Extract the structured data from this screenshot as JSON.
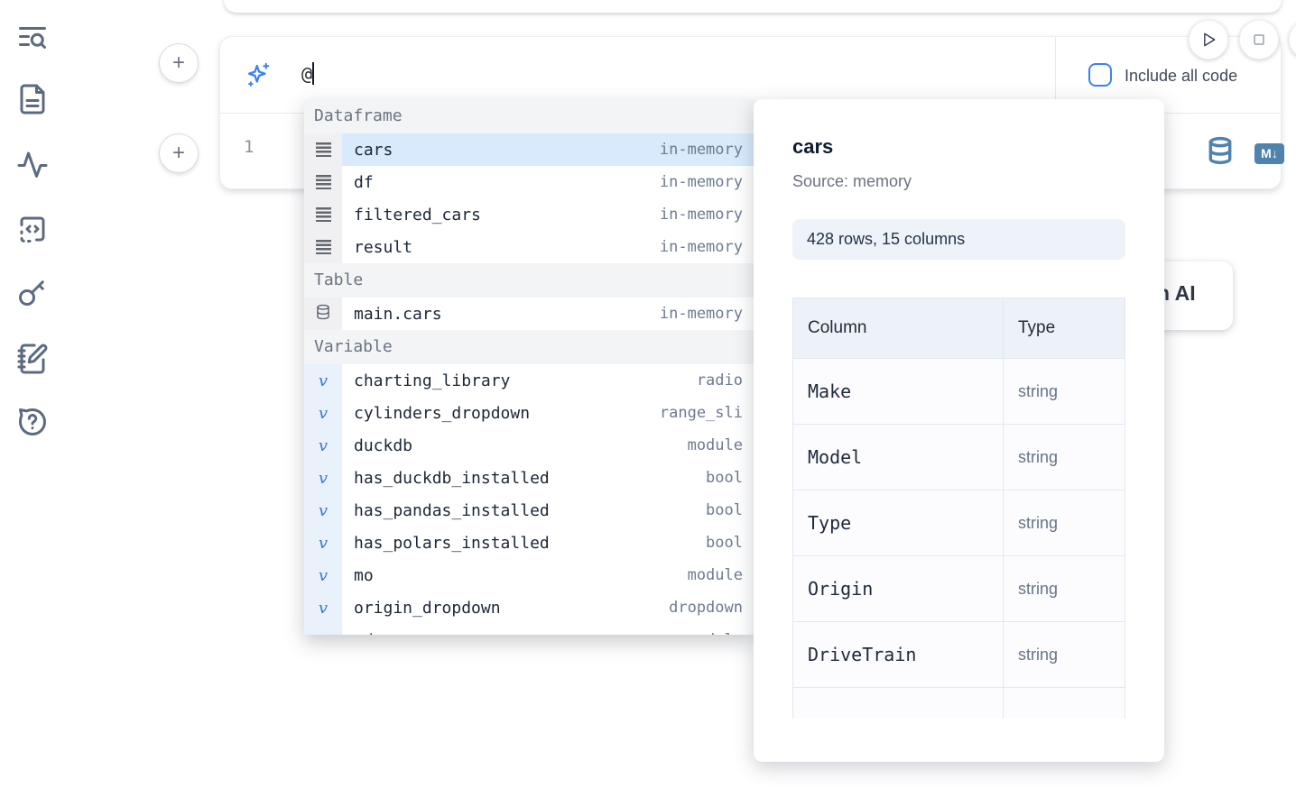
{
  "toolbar": {
    "include_all_code": "Include all code"
  },
  "cell": {
    "prompt_value": "@",
    "line_number": "1",
    "md_badge": "M↓"
  },
  "ai_button": {
    "visible_label": "h AI"
  },
  "autocomplete": {
    "sections": [
      {
        "label": "Dataframe"
      },
      {
        "label": "Table"
      },
      {
        "label": "Variable"
      }
    ],
    "dataframes": [
      {
        "name": "cars",
        "type": "in-memory"
      },
      {
        "name": "df",
        "type": "in-memory"
      },
      {
        "name": "filtered_cars",
        "type": "in-memory"
      },
      {
        "name": "result",
        "type": "in-memory"
      }
    ],
    "tables": [
      {
        "name": "main.cars",
        "type": "in-memory"
      }
    ],
    "variables": [
      {
        "name": "charting_library",
        "type": "radio"
      },
      {
        "name": "cylinders_dropdown",
        "type": "range_sli"
      },
      {
        "name": "duckdb",
        "type": "module"
      },
      {
        "name": "has_duckdb_installed",
        "type": "bool"
      },
      {
        "name": "has_pandas_installed",
        "type": "bool"
      },
      {
        "name": "has_polars_installed",
        "type": "bool"
      },
      {
        "name": "mo",
        "type": "module"
      },
      {
        "name": "origin_dropdown",
        "type": "dropdown"
      },
      {
        "name": "pd",
        "type": "module"
      }
    ]
  },
  "preview": {
    "title": "cars",
    "source_label": "Source: memory",
    "shape": "428 rows, 15 columns",
    "table": {
      "headers": [
        "Column",
        "Type"
      ],
      "rows": [
        [
          "Make",
          "string"
        ],
        [
          "Model",
          "string"
        ],
        [
          "Type",
          "string"
        ],
        [
          "Origin",
          "string"
        ],
        [
          "DriveTrain",
          "string"
        ]
      ]
    }
  },
  "colors": {
    "accent_blue": "#3b82f6",
    "steel_blue_icon": "#4f83ae",
    "selected_row_bg": "#d8eafc",
    "section_header_bg": "#f3f4f5",
    "badge_bg": "#eef3f9"
  }
}
